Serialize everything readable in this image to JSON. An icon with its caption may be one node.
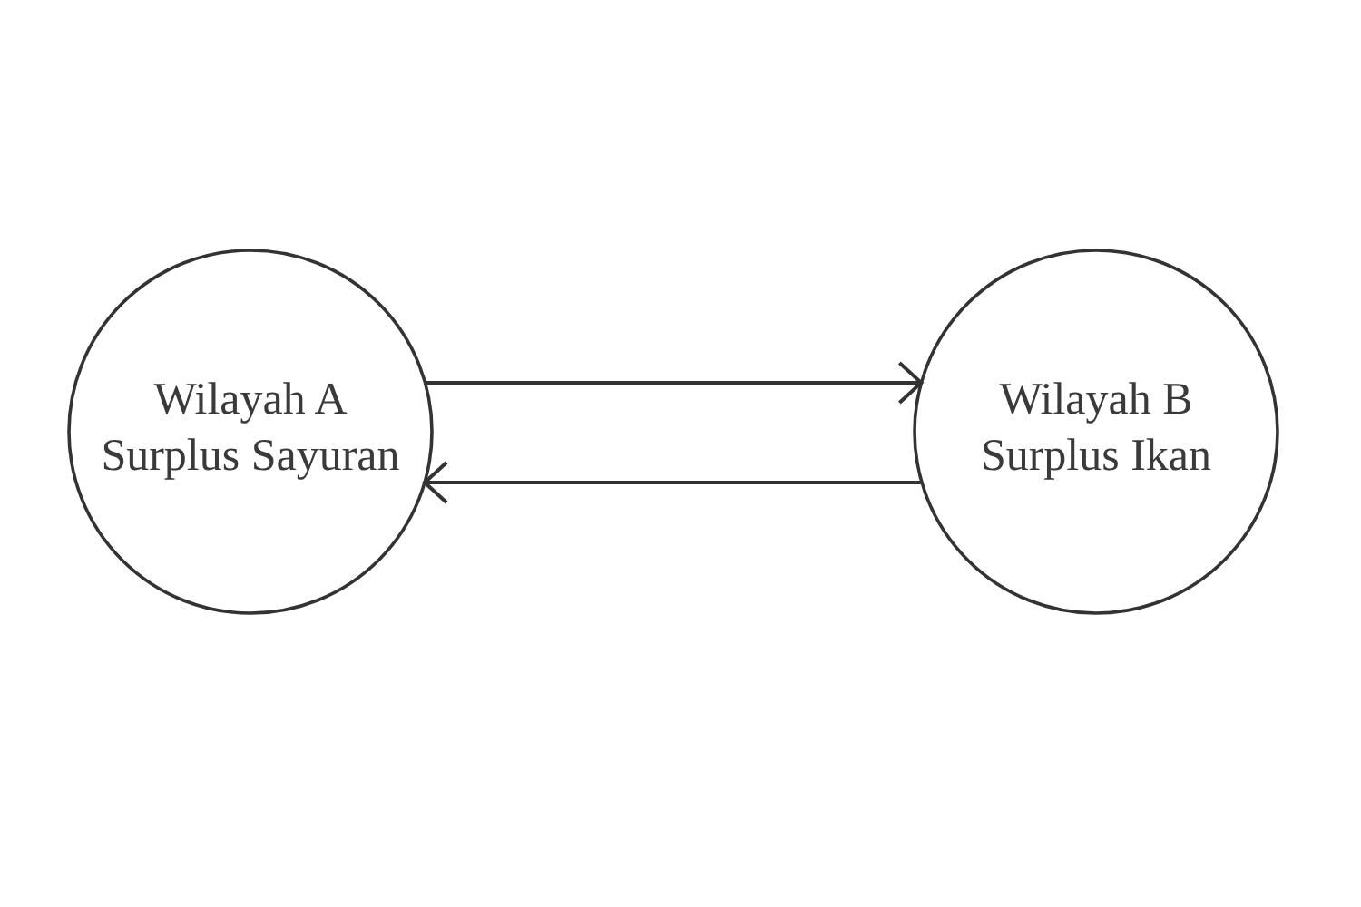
{
  "diagram": {
    "nodes": [
      {
        "text": [
          "Wilayah A Surplus Sayuran"
        ]
      },
      {
        "text": [
          "Wilayah B Surplus Ikan"
        ]
      }
    ],
    "edges": [
      {
        "from": 0,
        "to": 1,
        "arrow": "to"
      },
      {
        "from": 1,
        "to": 0,
        "arrow": "to"
      }
    ]
  }
}
